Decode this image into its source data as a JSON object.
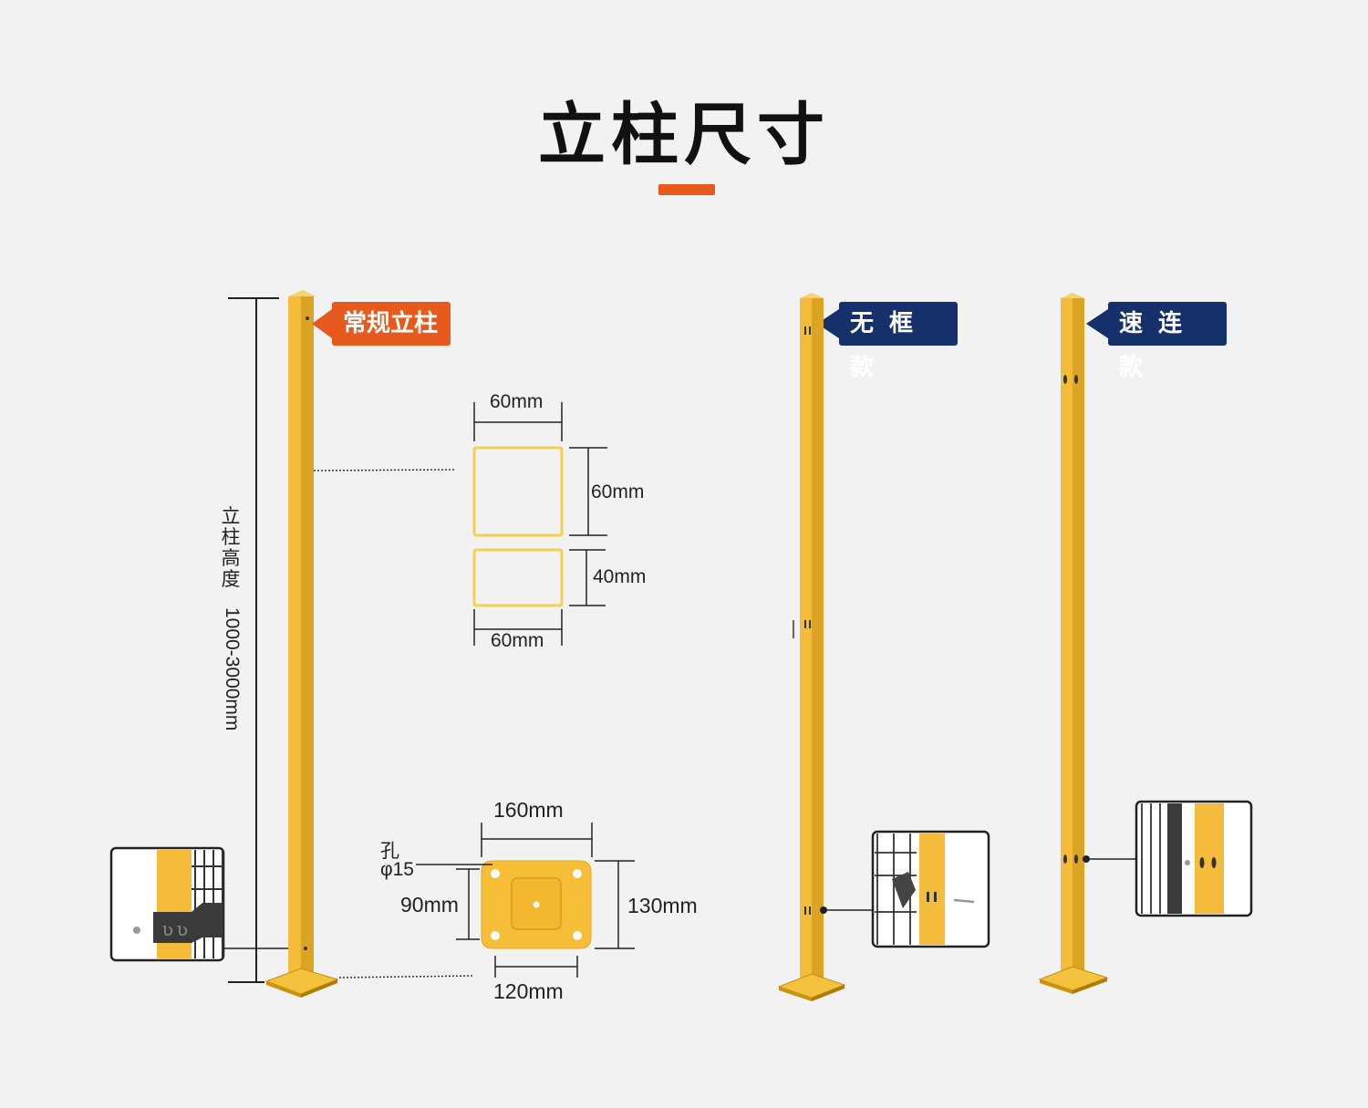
{
  "title": "立柱尺寸",
  "tags": {
    "regular": "常规立柱",
    "frameless": "无 框 款",
    "quick": "速 连 款"
  },
  "height_label": {
    "name": "立柱高度",
    "range": "1000-3000mm"
  },
  "section_dims": {
    "square_width": "60mm",
    "square_height": "60mm",
    "rect_height": "40mm",
    "rect_width": "60mm"
  },
  "base_dims": {
    "width": "160mm",
    "hole_label": "孔",
    "hole_size": "φ15",
    "inner_height": "90mm",
    "outer_height": "130mm",
    "inner_width": "120mm"
  },
  "colors": {
    "accent": "#e85a1c",
    "navy": "#15306b",
    "post_yellow": "#f2b631"
  }
}
